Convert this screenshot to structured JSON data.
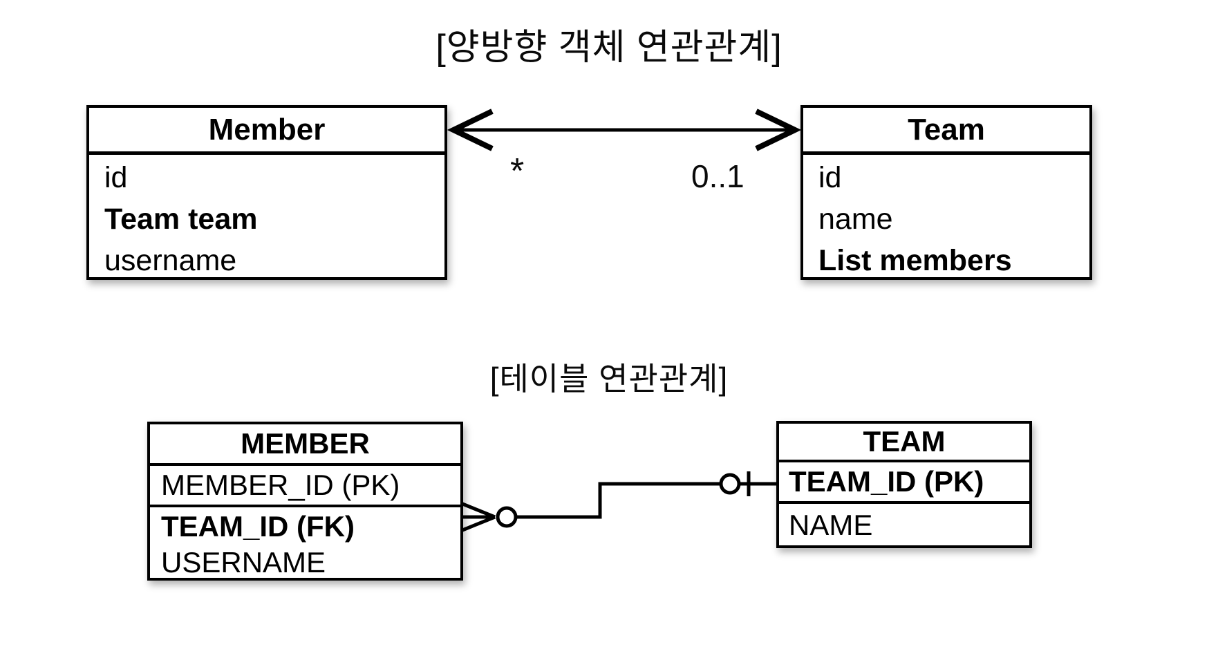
{
  "object_diagram": {
    "title": "[양방향 객체 연관관계]",
    "member_class": {
      "title": "Member",
      "fields": [
        {
          "text": "id",
          "bold": false
        },
        {
          "text": "Team team",
          "bold": true
        },
        {
          "text": "username",
          "bold": false
        }
      ]
    },
    "team_class": {
      "title": "Team",
      "fields": [
        {
          "text": "id",
          "bold": false
        },
        {
          "text": "name",
          "bold": false
        },
        {
          "text": "List members",
          "bold": true
        }
      ]
    },
    "association": {
      "type": "bidirectional-arrow",
      "multiplicity_member_side": "*",
      "multiplicity_team_side": "0..1"
    }
  },
  "table_diagram": {
    "title": "[테이블 연관관계]",
    "member_table": {
      "title": "MEMBER",
      "pk_row": "MEMBER_ID (PK)",
      "rows": [
        {
          "text": "TEAM_ID (FK)",
          "bold": true
        },
        {
          "text": "USERNAME",
          "bold": false
        }
      ]
    },
    "team_table": {
      "title": "TEAM",
      "pk_row": "TEAM_ID (PK)",
      "rows": [
        {
          "text": "NAME",
          "bold": false
        }
      ]
    },
    "relationship": {
      "member_side": "many-optional (crow's foot with circle)",
      "team_side": "one-optional (circle with bar)"
    }
  },
  "colors": {
    "line": "#000000",
    "background": "#ffffff",
    "text": "#000000"
  }
}
